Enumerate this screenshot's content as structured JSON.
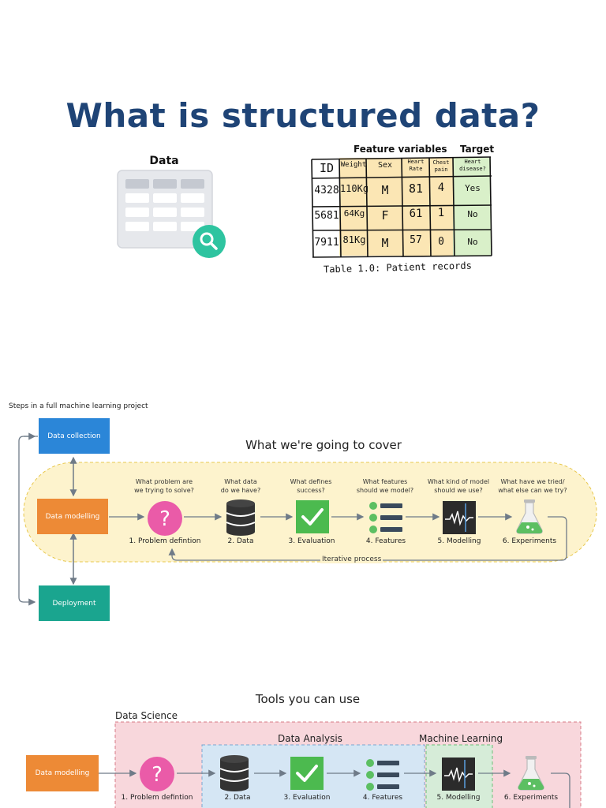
{
  "title": "What is structured data?",
  "data_icon": {
    "label": "Data",
    "icon": "magnifier-icon"
  },
  "table_figure": {
    "feature_header": "Feature variables",
    "target_header": "Target",
    "columns": [
      "ID",
      "Weight",
      "Sex",
      "Heart Rate",
      "Chest pain",
      "Heart disease?"
    ],
    "rows": [
      [
        "4328",
        "110Kg",
        "M",
        "81",
        "4",
        "Yes"
      ],
      [
        "5681",
        "64Kg",
        "F",
        "61",
        "1",
        "No"
      ],
      [
        "7911",
        "81Kg",
        "M",
        "57",
        "0",
        "No"
      ]
    ],
    "caption": "Table 1.0: Patient records"
  },
  "ml_steps": {
    "heading": "Steps in a full machine learning project",
    "data_collection": "Data collection",
    "data_modelling": "Data modelling",
    "deployment": "Deployment",
    "cover_title": "What we're going to cover",
    "iterative": "Iterative process",
    "steps": [
      {
        "question": [
          "What problem are",
          "we trying to solve?"
        ],
        "label": "1. Problem defintion",
        "icon": "question-icon"
      },
      {
        "question": [
          "What data",
          "do we have?"
        ],
        "label": "2. Data",
        "icon": "database-icon"
      },
      {
        "question": [
          "What defines",
          "success?"
        ],
        "label": "3. Evaluation",
        "icon": "checkmark-icon"
      },
      {
        "question": [
          "What features",
          "should we model?"
        ],
        "label": "4. Features",
        "icon": "list-icon"
      },
      {
        "question": [
          "What kind of model",
          "should we use?"
        ],
        "label": "5. Modelling",
        "icon": "chart-icon"
      },
      {
        "question": [
          "What have we tried/",
          "what else can we try?"
        ],
        "label": "6. Experiments",
        "icon": "flask-icon"
      }
    ]
  },
  "tools": {
    "title": "Tools you can use",
    "data_science": "Data Science",
    "data_analysis": "Data Analysis",
    "machine_learning": "Machine Learning",
    "data_modelling": "Data modelling",
    "steps": [
      "1. Problem defintion",
      "2. Data",
      "3. Evaluation",
      "4. Features",
      "5. Modelling",
      "6. Experiments"
    ]
  },
  "colors": {
    "title": "#1f4476",
    "blue_box": "#2b86d8",
    "orange_box": "#ed8a36",
    "teal_box": "#1aa58f",
    "question_pink": "#ea5ba8",
    "check_green": "#4cba4f",
    "cover_yellow": "#fdf3cd",
    "science_pink": "#f8d7dc",
    "analysis_blue": "#d5e6f4",
    "ml_green": "#d6ecd8"
  }
}
